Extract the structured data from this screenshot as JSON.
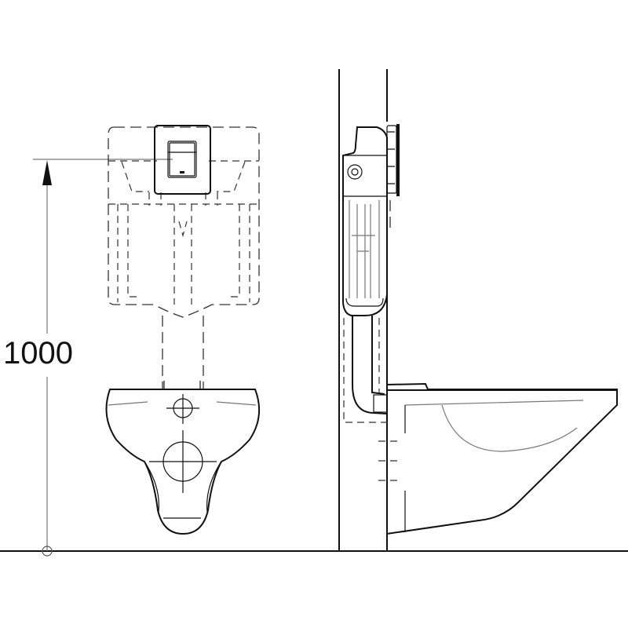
{
  "diagram": {
    "type": "technical-installation-drawing",
    "subject": "Wall-hung WC with concealed flush cistern and flush plate",
    "views": [
      {
        "name": "front-view",
        "elements": [
          "flush-plate",
          "concealed-cistern-dashed",
          "flush-pipe-dashed",
          "wall-hung-bowl"
        ]
      },
      {
        "name": "side-view",
        "elements": [
          "wall",
          "cistern-side",
          "flush-pipe",
          "wall-hung-bowl-profile"
        ]
      }
    ],
    "dimension": {
      "value": "1000",
      "description": "Height of flush plate center above finished floor"
    },
    "colors": {
      "line": "#111111",
      "background": "#ffffff",
      "hidden_line": "#333333"
    }
  }
}
